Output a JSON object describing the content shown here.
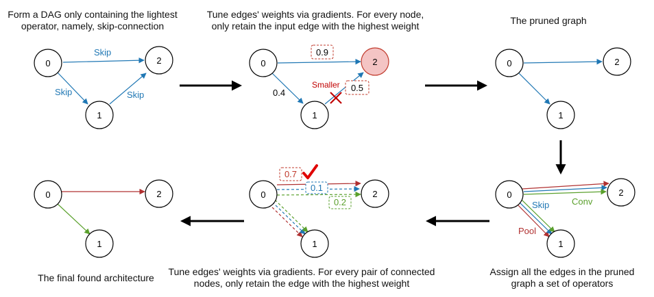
{
  "captions": {
    "step1": [
      "Form a DAG only containing the lightest",
      "operator, namely, skip-connection"
    ],
    "step2": [
      "Tune edges' weights via gradients. For every node,",
      "only retain the input edge with the highest weight"
    ],
    "step3": "The pruned graph",
    "step4": [
      "Assign all the edges in the pruned",
      "graph a set of operators"
    ],
    "step5": [
      "Tune edges' weights via gradients. For every pair of connected",
      "nodes, only retain the edge with the highest weight"
    ],
    "step6": "The final found architecture"
  },
  "nodes": {
    "n0": "0",
    "n1": "1",
    "n2": "2"
  },
  "edge_labels": {
    "skip": "Skip",
    "conv": "Conv",
    "pool": "Pool",
    "smaller": "Smaller",
    "w02": "0.9",
    "w01": "0.4",
    "w12": "0.5",
    "conv_w": "0.7",
    "skip_w": "0.1",
    "pool_w": "0.2"
  },
  "colors": {
    "skip": "#1f77b4",
    "conv": "#5aa02c",
    "pool": "#b03030",
    "highlight_node": "#f4c4c4",
    "cross": "#c00000",
    "check": "#e00000"
  }
}
